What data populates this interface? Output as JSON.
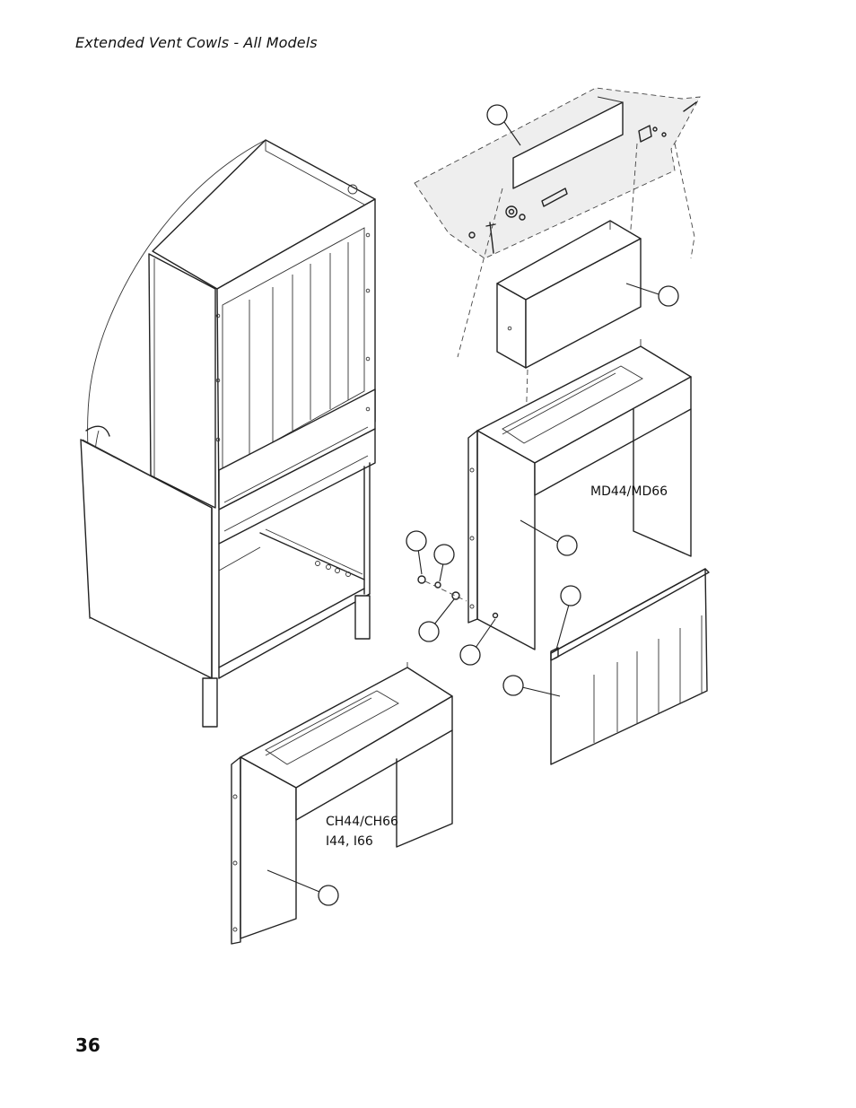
{
  "header": {
    "title": "Extended Vent Cowls  - All Models"
  },
  "footer": {
    "page_number": "36"
  },
  "figure": {
    "labels": {
      "md_models": "MD44/MD66",
      "ch_models_line1": "CH44/CH66",
      "ch_models_line2": "I44, I66"
    },
    "callouts": [
      {
        "id": "callout-vent-cover",
        "label": ""
      },
      {
        "id": "callout-vent-box",
        "label": ""
      },
      {
        "id": "callout-md-cowl",
        "label": ""
      },
      {
        "id": "callout-nut",
        "label": ""
      },
      {
        "id": "callout-washer-a",
        "label": ""
      },
      {
        "id": "callout-washer-b",
        "label": ""
      },
      {
        "id": "callout-screw",
        "label": ""
      },
      {
        "id": "callout-hinge-pin",
        "label": ""
      },
      {
        "id": "callout-front-panel",
        "label": ""
      },
      {
        "id": "callout-ch-cowl",
        "label": ""
      }
    ]
  }
}
